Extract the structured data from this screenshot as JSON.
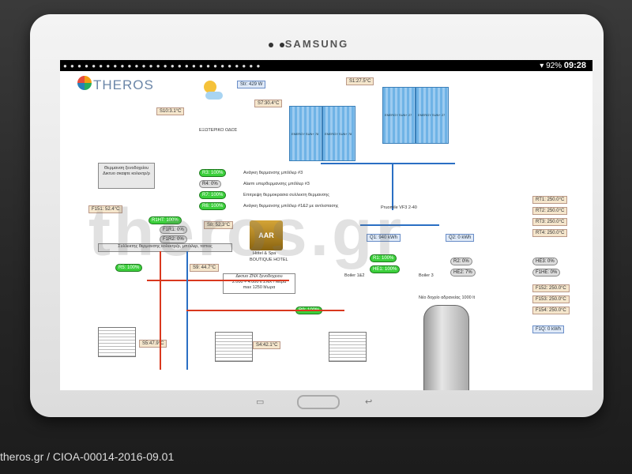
{
  "footer_text": "theros.gr  /  CIOA-00014-2016-09.01",
  "watermark": "theros.gr",
  "device": {
    "brand": "SAMSUNG"
  },
  "statusbar": {
    "battery": "92%",
    "time": "09:28"
  },
  "app": {
    "logo": "THEROS"
  },
  "solar": {
    "str": "Str: 429 W",
    "s10": "S10:3.1°C",
    "s7": "S7:30.4°C",
    "s1": "S1:27.5°C",
    "weather_caption": "ΕΞΩΤΕΡΙΚΟ ΟΔΟΣ"
  },
  "collectors": {
    "left_a": "ENERGY SUN+ 78",
    "left_b": "ENERGY SUN+ 78",
    "right_a": "ENERGY SUN+ 27",
    "right_b": "ENERGY SUN+ 27"
  },
  "heating_box": "Θερμανση ξενοδοχείου\nΔικτυο σκαφτε κολεκτρ/ρ",
  "relays": [
    {
      "state": "R3: 100%",
      "desc": "Ανάγκη θερμανσης μπόϊλερ #3",
      "active": true
    },
    {
      "state": "R4: 0%",
      "desc": "Alarm υπερθερμανσης μπόϊλερ #3",
      "active": false
    },
    {
      "state": "R7: 100%",
      "desc": "Επιτρεψη θερμοκρασια συλλεκτη θερμανσης",
      "active": true
    },
    {
      "state": "R6: 100%",
      "desc": "Ανάγκη θερμανσης μπόϊλερ #1&2 με αντλιστασης",
      "active": true
    }
  ],
  "left_sensors": {
    "f151": "F151: 52.4°C",
    "r1ht": "R1HT: 100%",
    "f1r1": "F1R1: 0%",
    "f1r2": "F1R2: 0%",
    "s8": "S8: 52.3°C"
  },
  "collector_note": "Συλλεκτης θερμανσης κολεκτρ/ρ, μπόιλερ, ταπεις",
  "mid": {
    "r5": "R5: 100%",
    "s9": "S9: 44.7°C",
    "r9": "R9: 100%",
    "s5": "S5:47.9°C",
    "s4": "S4:42.1°C"
  },
  "network_note": "Δικτυο ΖΝΧ ξενοδοχειου\n2.000 ÷ 4.000 lt ΖΝΧ / Μέρα\nmax 1250 lt/ωρα",
  "hotel": {
    "name": "AAR",
    "sub": "Hotel & Spa",
    "caption": "BOUTIQUE HOTEL"
  },
  "pump_label": "Pruomile VF3 2-40",
  "boilers": {
    "q1": "Q1: 940 kWh",
    "q2": "Q2: 0 kWh",
    "r1": "R1: 100%",
    "he1": "HE1: 100%",
    "r2": "R2: 0%",
    "he2": "HE2: 7%",
    "cap1": "Boiler 1&2",
    "cap2": "Boiler 3"
  },
  "tank_caption": "Νέο δοχείο αδρανείας 1000 lt",
  "right_panel": {
    "rt": [
      "RT1: 250.0°C",
      "RT2: 250.0°C",
      "RT3: 250.0°C",
      "RT4: 250.0°C"
    ],
    "he": [
      "HE3: 0%",
      "F1HE: 0%"
    ],
    "fs": [
      "F152: 250.0°C",
      "F153: 250.0°C",
      "F154: 250.0°C"
    ],
    "f1q": "F1Q: 0 kWh"
  },
  "colors": {
    "accent_green": "#3ccf3c",
    "solar_blue": "#6fb3e6",
    "pipe_red": "#d9381e",
    "pipe_blue": "#2a6fc4"
  }
}
